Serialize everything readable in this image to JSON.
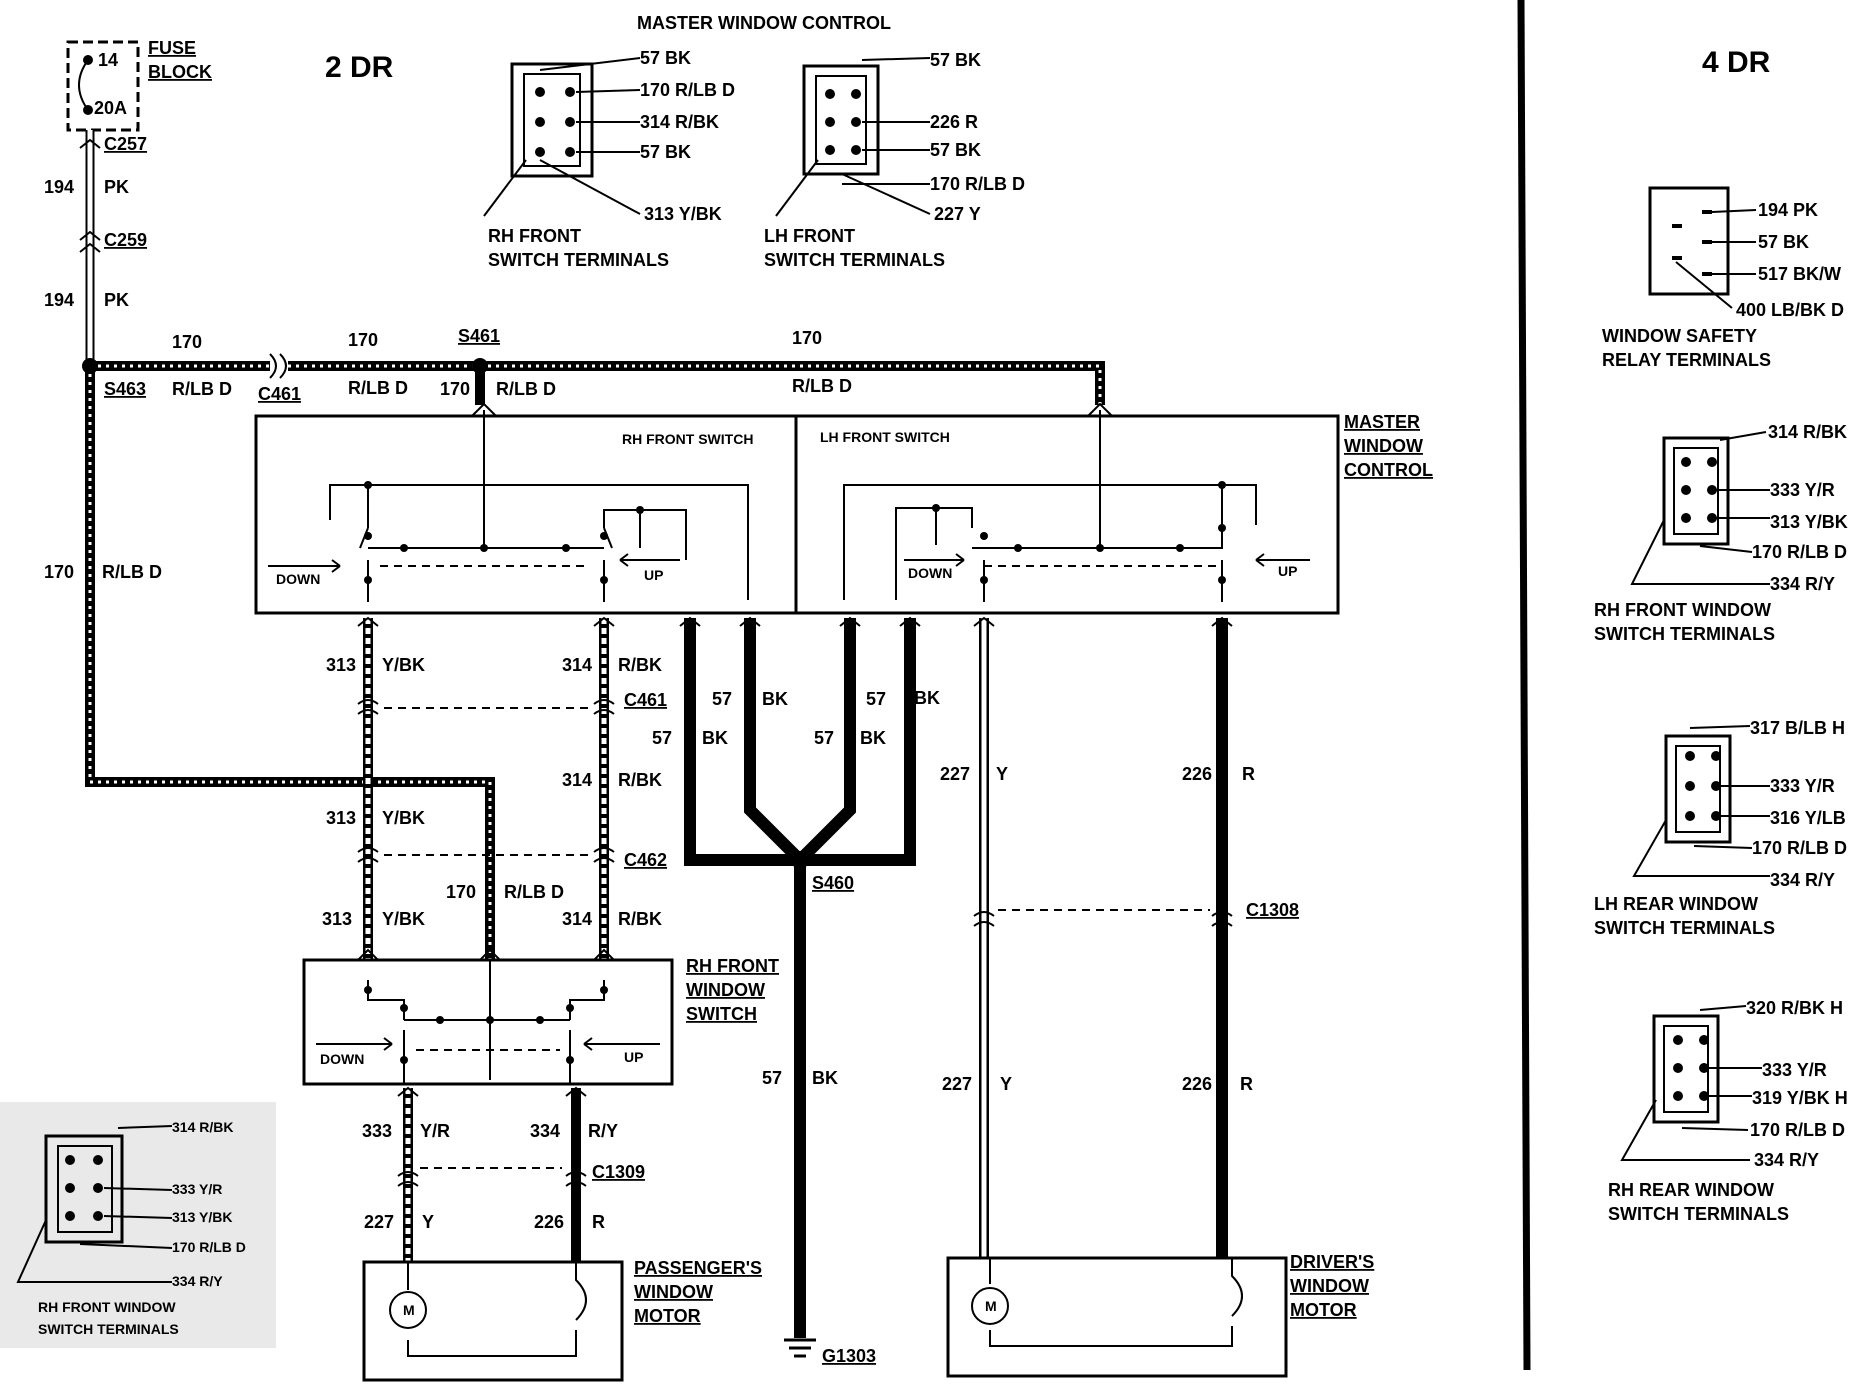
{
  "headings": {
    "two_door": "2 DR",
    "four_door": "4 DR",
    "master_window_control_title": "MASTER WINDOW CONTROL"
  },
  "fuse": {
    "circuit": "14",
    "rating": "20A",
    "label_line1": "FUSE",
    "label_line2": "BLOCK"
  },
  "connectors": {
    "c257": "C257",
    "c259": "C259",
    "c461_top": "C461",
    "s461": "S461",
    "s463": "S463",
    "c461": "C461",
    "c462": "C462",
    "s460": "S460",
    "c1308": "C1308",
    "c1309": "C1309",
    "g1303": "G1303"
  },
  "wires": {
    "w194a_num": "194",
    "w194a_color": "PK",
    "w194b_num": "194",
    "w194b_color": "PK",
    "w170_1": "170",
    "w170_1c": "R/LB D",
    "w170_2": "170",
    "w170_2c": "R/LB D",
    "w170_3": "170",
    "w170_3c": "R/LB D",
    "w170_4": "170",
    "w170_4c": "R/LB D",
    "w170_left": "170",
    "w170_leftc": "R/LB D",
    "w170_lower": "170",
    "w170_lowerc": "R/LB D",
    "w313a": "313",
    "w313ac": "Y/BK",
    "w313b": "313",
    "w313bc": "Y/BK",
    "w313c": "313",
    "w313cc": "Y/BK",
    "w314a": "314",
    "w314ac": "R/BK",
    "w314b": "314",
    "w314bc": "R/BK",
    "w314c": "314",
    "w314cc": "R/BK",
    "w57a": "57",
    "w57ac": "BK",
    "w57b": "57",
    "w57bc": "BK",
    "w57c": "57",
    "w57cc": "BK",
    "w57d": "57",
    "w57dc": "BK",
    "w57e": "57",
    "w57ec": "BK",
    "w227a": "227",
    "w227ac": "Y",
    "w227b": "227",
    "w227bc": "Y",
    "w226a": "226",
    "w226ac": "R",
    "w226b": "226",
    "w226bc": "R",
    "w333": "333",
    "w333c": "Y/R",
    "w334": "334",
    "w334c": "R/Y",
    "w227c": "227",
    "w227cc": "Y",
    "w226c": "226",
    "w226cc": "R"
  },
  "master_switch": {
    "rh_title": "RH FRONT SWITCH",
    "lh_title": "LH FRONT SWITCH",
    "label": [
      "MASTER",
      "WINDOW",
      "CONTROL"
    ],
    "down_l": "DOWN",
    "up_l": "UP",
    "down_r": "DOWN",
    "up_r": "UP"
  },
  "rh_window_switch": {
    "label": [
      "RH FRONT",
      "WINDOW",
      "SWITCH"
    ],
    "down": "DOWN",
    "up": "UP"
  },
  "motors": {
    "passenger": [
      "PASSENGER'S",
      "WINDOW",
      "MOTOR"
    ],
    "driver": [
      "DRIVER'S",
      "WINDOW",
      "MOTOR"
    ],
    "symbol": "M"
  },
  "rh_front_terminals": {
    "pins": [
      "57 BK",
      "170 R/LB D",
      "314 R/BK",
      "57 BK",
      "313 Y/BK"
    ],
    "caption": [
      "RH FRONT",
      "SWITCH TERMINALS"
    ]
  },
  "lh_front_terminals": {
    "pins": [
      "57 BK",
      "226 R",
      "57 BK",
      "170 R/LB D",
      "227 Y"
    ],
    "caption": [
      "LH FRONT",
      "SWITCH TERMINALS"
    ]
  },
  "safety_relay": {
    "pins": [
      "194 PK",
      "57 BK",
      "517 BK/W",
      "400 LB/BK D"
    ],
    "caption": [
      "WINDOW SAFETY",
      "RELAY TERMINALS"
    ]
  },
  "rh_front_window_4dr": {
    "pins": [
      "314 R/BK",
      "333 Y/R",
      "313 Y/BK",
      "170 R/LB D",
      "334 R/Y"
    ],
    "caption": [
      "RH FRONT WINDOW",
      "SWITCH TERMINALS"
    ]
  },
  "lh_rear_window": {
    "pins": [
      "317 B/LB H",
      "333 Y/R",
      "316 Y/LB",
      "170 R/LB D",
      "334 R/Y"
    ],
    "caption": [
      "LH REAR WINDOW",
      "SWITCH TERMINALS"
    ]
  },
  "rh_rear_window": {
    "pins": [
      "320 R/BK H",
      "333 Y/R",
      "319 Y/BK H",
      "170 R/LB D",
      "334 R/Y"
    ],
    "caption": [
      "RH REAR WINDOW",
      "SWITCH TERMINALS"
    ]
  },
  "inset_rh_front": {
    "pins": [
      "314 R/BK",
      "333 Y/R",
      "313 Y/BK",
      "170 R/LB D",
      "334 R/Y"
    ],
    "caption": [
      "RH FRONT WINDOW",
      "SWITCH TERMINALS"
    ]
  }
}
